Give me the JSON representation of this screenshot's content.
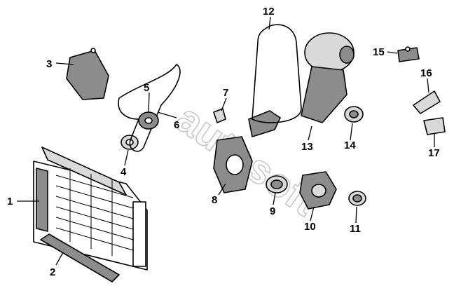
{
  "watermark": "autosoft",
  "callouts": [
    "1",
    "2",
    "3",
    "4",
    "5",
    "6",
    "7",
    "8",
    "9",
    "10",
    "11",
    "12",
    "13",
    "14",
    "15",
    "16",
    "17"
  ],
  "colors": {
    "ink": "#000000",
    "fill_grey": "#8c8c8c",
    "fill_light": "#d9d9d9",
    "background": "#ffffff",
    "watermark": "#9a9a9a"
  }
}
